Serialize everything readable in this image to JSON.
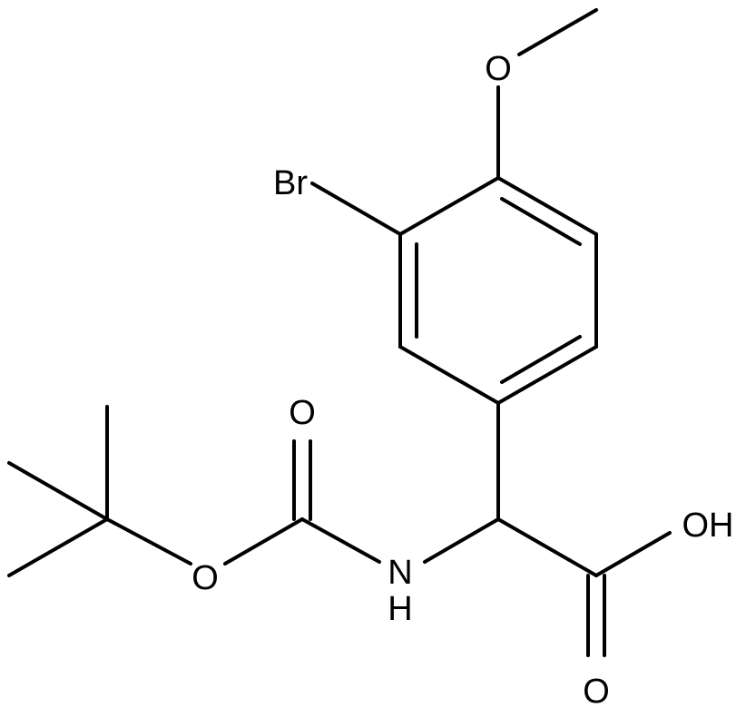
{
  "molecule": {
    "atom_labels": {
      "methoxy_o": "O",
      "bromine": "Br",
      "hydroxyl": "OH",
      "acid_carbonyl_o": "O",
      "carbamate_carbonyl_o": "O",
      "carbamate_ester_o": "O",
      "amine_nh": "NH"
    }
  }
}
